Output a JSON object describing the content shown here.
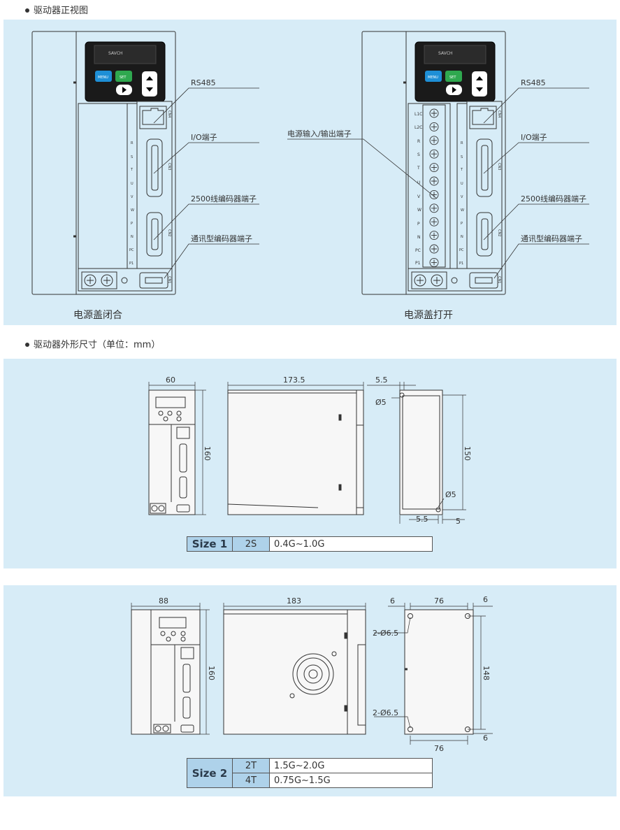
{
  "section1": {
    "heading": "驱动器正视图",
    "captions": {
      "closed": "电源盖闭合",
      "open": "电源盖打开"
    },
    "labels": {
      "rs485": "RS485",
      "io": "I/O端子",
      "encoder2500": "2500线编码器端子",
      "comm_encoder": "通讯型编码器端子",
      "power_io": "电源输入/输出端子"
    },
    "panel_buttons": {
      "menu": "MENU",
      "set": "SET"
    },
    "brand": "SAVCH",
    "connectors": {
      "cn4": "CN4",
      "cn3": "CN3",
      "cn2": "CN2",
      "cn1": "CN1"
    },
    "terminal_letters_closed": [
      "R",
      "S",
      "T",
      "U",
      "V",
      "W",
      "P",
      "N",
      "PC",
      "P1"
    ],
    "terminal_labels_open": [
      "L1C",
      "L2C",
      "R",
      "S",
      "T",
      "U",
      "V",
      "W",
      "P",
      "N",
      "PC",
      "P1"
    ]
  },
  "section2": {
    "heading": "驱动器外形尺寸（单位：mm）",
    "size1": {
      "dims": {
        "width": "60",
        "depth": "173.5",
        "height": "160",
        "side_offset": "5.5",
        "hole": "Ø5",
        "hole2": "Ø5",
        "mount_height": "150",
        "bottom_offset": "5.5",
        "bottom_right": "5"
      },
      "table": {
        "name": "Size 1",
        "rows": [
          {
            "code": "2S",
            "range": "0.4G~1.0G"
          }
        ]
      }
    },
    "size2": {
      "dims": {
        "width": "88",
        "depth": "183",
        "height": "160",
        "left_margin": "6",
        "hole_spacing": "76",
        "right_margin": "6",
        "hole_top": "2-Ø6.5",
        "hole_bottom": "2-Ø6.5",
        "mount_height": "148",
        "bottom_right": "6",
        "bottom_spacing": "76"
      },
      "table": {
        "name": "Size 2",
        "rows": [
          {
            "code": "2T",
            "range": "1.5G~2.0G"
          },
          {
            "code": "4T",
            "range": "0.75G~1.5G"
          }
        ]
      }
    }
  },
  "colors": {
    "panel_bg": "#d7ecf7",
    "table_header": "#aed2ea",
    "menu_button": "#1e8fd6",
    "set_button": "#2fa84f"
  }
}
